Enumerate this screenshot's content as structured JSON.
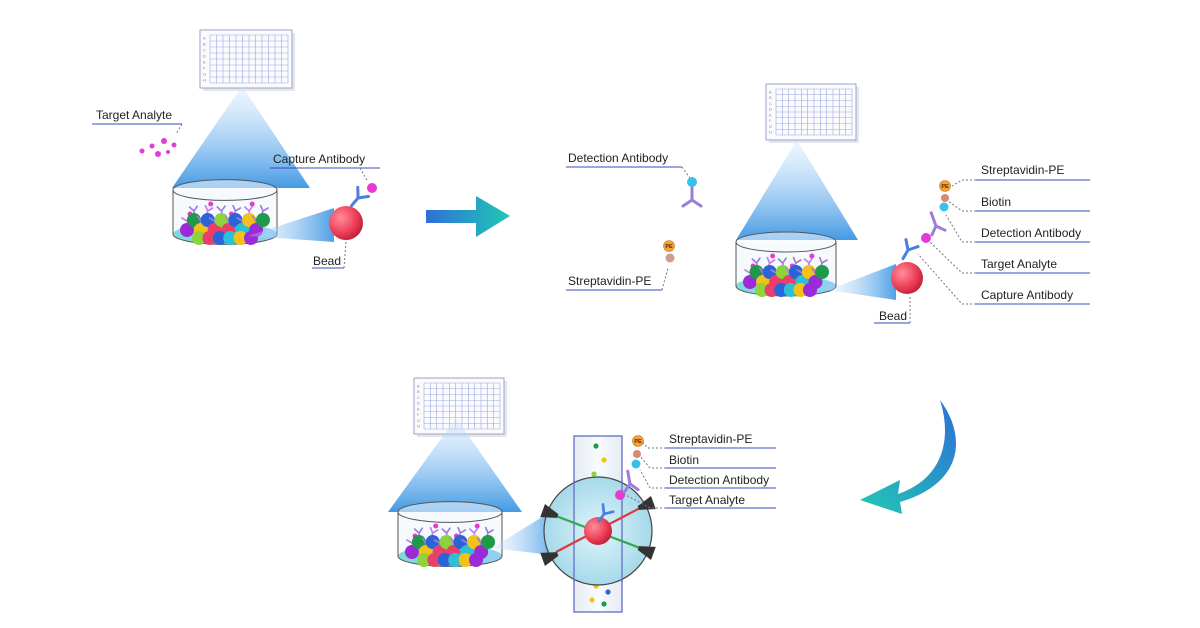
{
  "panel1": {
    "target_analyte": "Target Analyte",
    "capture_antibody": "Capture Antibody",
    "bead": "Bead"
  },
  "panel2": {
    "detection_antibody": "Detection Antibody",
    "streptavidin_pe": "Streptavidin-PE"
  },
  "panel3": {
    "streptavidin_pe": "Streptavidin-PE",
    "biotin": "Biotin",
    "detection_antibody": "Detection Antibody",
    "target_analyte": "Target Analyte",
    "capture_antibody": "Capture Antibody",
    "bead": "Bead"
  },
  "panel4": {
    "streptavidin_pe": "Streptavidin-PE",
    "biotin": "Biotin",
    "detection_antibody": "Detection Antibody",
    "target_analyte": "Target Analyte"
  },
  "pe_badge": "PE",
  "plate_row_letters": [
    "A",
    "B",
    "C",
    "D",
    "E",
    "F",
    "G",
    "H"
  ],
  "colors": {
    "label_line": "#3b49c4",
    "leader_dot": "#777777",
    "cone_blue": "#2f8fe0",
    "bead_red": "#f0435a",
    "antibody_purple": "#9a7fd8",
    "antibody_blue": "#4a7ee0",
    "analyte_magenta": "#e63ad4",
    "arrow_teal": "#20c9b4",
    "arrow_blue": "#2f6fd6",
    "biotin_cyan": "#39c0ea",
    "pe_orange": "#f4a13a"
  }
}
